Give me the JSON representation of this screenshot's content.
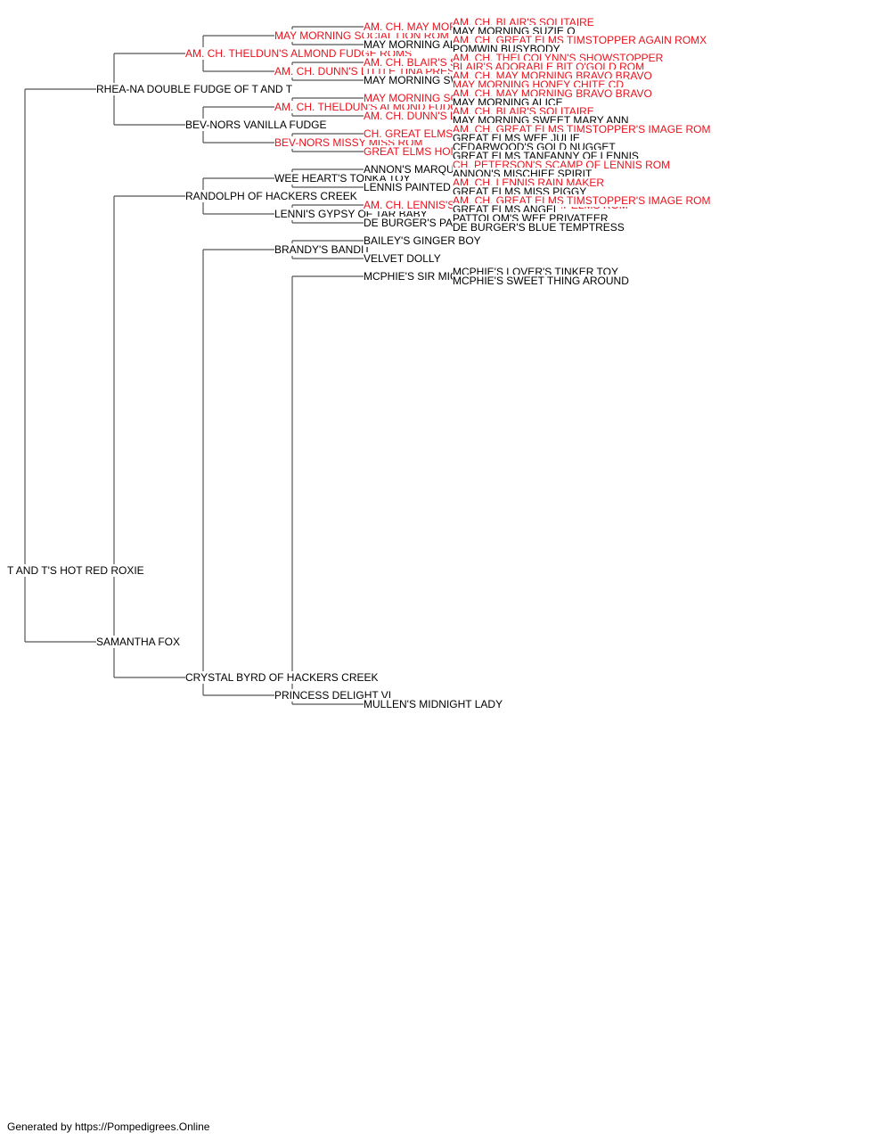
{
  "colors": {
    "champion": "#e8121c",
    "normal": "#000000",
    "line": "#555555"
  },
  "pedigree": {
    "name": "T AND T'S HOT RED ROXIE",
    "red": false,
    "sire": {
      "name": "RHEA-NA DOUBLE FUDGE OF T AND T",
      "red": false,
      "sire": {
        "name": "AM. CH. THELDUN'S ALMOND FUDGE ROMS",
        "red": true,
        "sire": {
          "name": "MAY MORNING SOCIAL LION ROM",
          "red": true,
          "sire": {
            "name": "AM. CH. MAY MORNING BRAVO BRAVO",
            "red": true,
            "sire": {
              "name": "AM. CH. BLAIR'S SOLITAIRE",
              "red": true
            },
            "dam": {
              "name": "MAY MORNING SUZIE Q",
              "red": false
            }
          },
          "dam": {
            "name": "MAY MORNING ALICE",
            "red": false,
            "sire": {
              "name": "AM. CH. GREAT ELMS TIMSTOPPER AGAIN ROMX",
              "red": true
            },
            "dam": {
              "name": "POMWIN BUSYBODY",
              "red": false
            }
          }
        },
        "dam": {
          "name": "AM. CH. DUNN'S LITTLE TINA PRESHUS",
          "red": true,
          "sire": {
            "name": "AM. CH. BLAIR'S SOLITAIRE",
            "red": true,
            "sire": {
              "name": "AM. CH. THELCOLYNN'S SHOWSTOPPER",
              "red": true
            },
            "dam": {
              "name": "BLAIR'S ADORABLE BIT O'GOLD ROM",
              "red": true
            }
          },
          "dam": {
            "name": "MAY MORNING SWEET MARY ANN",
            "red": false,
            "sire": {
              "name": "AM. CH. MAY MORNING BRAVO BRAVO",
              "red": true
            },
            "dam": {
              "name": "MAY MORNING HONEY CHITE CD",
              "red": true
            }
          }
        }
      },
      "dam": {
        "name": "BEV-NORS VANILLA FUDGE",
        "red": false,
        "sire": {
          "name": "AM. CH. THELDUN'S ALMOND FUDGE ROMS",
          "red": true,
          "sire": {
            "name": "MAY MORNING SOCIAL LION ROM",
            "red": true,
            "sire": {
              "name": "AM. CH. MAY MORNING BRAVO BRAVO",
              "red": true
            },
            "dam": {
              "name": "MAY MORNING ALICE",
              "red": false
            }
          },
          "dam": {
            "name": "AM. CH. DUNN'S LITTLE TINA PRESHUS",
            "red": true,
            "sire": {
              "name": "AM. CH. BLAIR'S SOLITAIRE",
              "red": true
            },
            "dam": {
              "name": "MAY MORNING SWEET MARY ANN",
              "red": false
            }
          }
        },
        "dam": {
          "name": "BEV-NORS MISSY MISS ROM",
          "red": true,
          "sire": {
            "name": "CH. GREAT ELMS TIMSTOPPER TOO ROM",
            "red": true,
            "sire": {
              "name": "AM. CH. GREAT ELMS TIMSTOPPER'S IMAGE ROM",
              "red": true
            },
            "dam": {
              "name": "GREAT ELMS WEE JULIE",
              "red": false
            }
          },
          "dam": {
            "name": "GREAT ELMS HONEYBUN ROM",
            "red": true,
            "sire": {
              "name": "CEDARWOOD'S GOLD NUGGET",
              "red": false
            },
            "dam": {
              "name": "GREAT ELMS TANFANNY OF LENNIS",
              "red": false
            }
          }
        }
      }
    },
    "dam": {
      "name": "SAMANTHA FOX",
      "red": false,
      "sire": {
        "name": "RANDOLPH OF HACKERS CREEK",
        "red": false,
        "sire": {
          "name": "WEE HEART'S TONKA TOY",
          "red": false,
          "sire": {
            "name": "ANNON'S MARQUIS DE TARTAN",
            "red": false,
            "sire": {
              "name": "CH. PETERSON'S SCAMP OF LENNIS ROM",
              "red": true
            },
            "dam": {
              "name": "ANNON'S MISCHIEF SPIRIT",
              "red": false
            }
          },
          "dam": {
            "name": "LENNIS PAINTED LADY",
            "red": false,
            "sire": {
              "name": "AM. CH. LENNIS RAIN MAKER",
              "red": true
            },
            "dam": {
              "name": "GREAT ELMS MISS PIGGY",
              "red": false
            }
          }
        },
        "dam": {
          "name": "LENNI'S GYPSY OF TAR BABY",
          "red": false,
          "sire": {
            "name": "AM. CH. LENNIS'S-TAR-BABY-OF-GREAT-ELMS ROM",
            "red": true,
            "sire": {
              "name": "AM. CH. GREAT ELMS TIMSTOPPER'S IMAGE ROM",
              "red": true
            },
            "dam": {
              "name": "GREAT ELMS ANGEL",
              "red": false
            }
          },
          "dam": {
            "name": "DE BURGER'S PANDA-JO-LEE",
            "red": false,
            "sire": {
              "name": "PATTOLOM'S WEE PRIVATEER",
              "red": false
            },
            "dam": {
              "name": "DE BURGER'S BLUE TEMPTRESS",
              "red": false
            }
          }
        }
      },
      "dam": {
        "name": "CRYSTAL BYRD OF HACKERS CREEK",
        "red": false,
        "sire": {
          "name": "BRANDY'S BANDIT",
          "red": false,
          "sire": {
            "name": "BAILEY'S GINGER BOY",
            "red": false
          },
          "dam": {
            "name": "VELVET DOLLY",
            "red": false
          }
        },
        "dam": {
          "name": "PRINCESS DELIGHT VI",
          "red": false,
          "sire": {
            "name": "MCPHIE'S SIR MIGHTY MITE",
            "red": false,
            "sire": {
              "name": "MCPHIE'S LOVER'S TINKER TOY",
              "red": false
            },
            "dam": {
              "name": "MCPHIE'S SWEET THING AROUND",
              "red": false
            }
          },
          "dam": {
            "name": "MULLEN'S MIDNIGHT LADY",
            "red": false
          }
        }
      }
    }
  },
  "footer": "Generated by https://Pompedigrees.Online"
}
